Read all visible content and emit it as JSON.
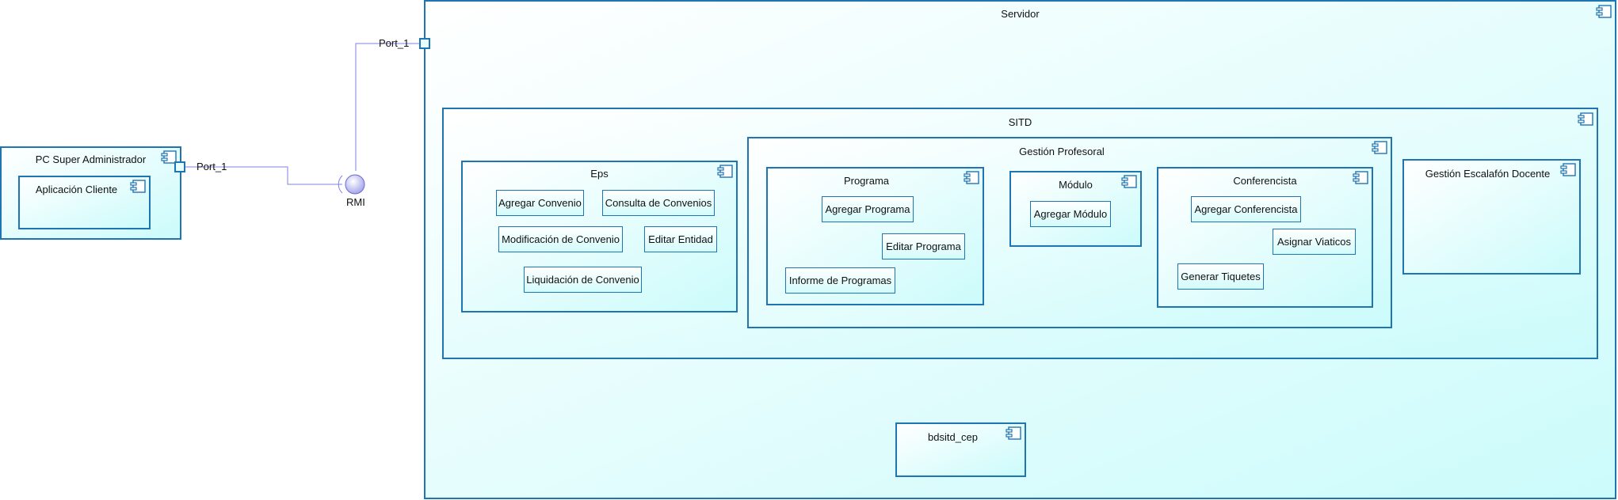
{
  "pc": {
    "title": "PC Super Administrador",
    "app": "Aplicación Cliente"
  },
  "ports": {
    "client_port": "Port_1",
    "server_port": "Port_1"
  },
  "interface": {
    "label": "RMI"
  },
  "servidor": {
    "title": "Servidor"
  },
  "sitd": {
    "title": "SITD"
  },
  "eps": {
    "title": "Eps",
    "ops": [
      "Agregar Convenio",
      "Consulta de Convenios",
      "Modificación de Convenio",
      "Editar Entidad",
      "Liquidación de Convenio"
    ]
  },
  "gestion_profesoral": {
    "title": "Gestión Profesoral"
  },
  "programa": {
    "title": "Programa",
    "ops": [
      "Agregar Programa",
      "Editar Programa",
      "Informe de Programas"
    ]
  },
  "modulo": {
    "title": "Módulo",
    "ops": [
      "Agregar Módulo"
    ]
  },
  "conferencista": {
    "title": "Conferencista",
    "ops": [
      "Agregar Conferencista",
      "Asignar Viaticos",
      "Generar Tiquetes"
    ]
  },
  "escalafon": {
    "title": "Gestión Escalafón Docente"
  },
  "db": {
    "title": "bdsitd_cep"
  },
  "colors": {
    "border": "#1f74b2",
    "fill_start": "#ffffff",
    "fill_end": "#ccfbfb",
    "connector": "#8080e0"
  },
  "icons": {
    "component": "uml-component-icon",
    "interface": "provided-interface-icon"
  }
}
